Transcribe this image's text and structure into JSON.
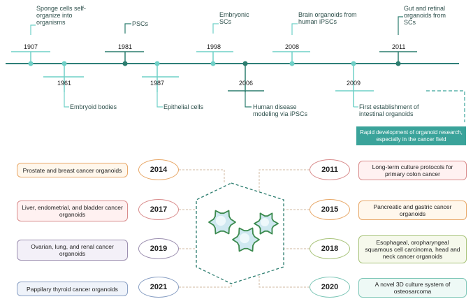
{
  "timeline": {
    "events": [
      {
        "year": "1907",
        "text": "Sponge cells self-organize into organisms"
      },
      {
        "year": "1961",
        "text": "Embryoid bodies"
      },
      {
        "year": "1981",
        "text": "PSCs"
      },
      {
        "year": "1987",
        "text": "Epithelial cells"
      },
      {
        "year": "1998",
        "text": "Embryonic SCs"
      },
      {
        "year": "2006",
        "text": "Human disease modeling via iPSCs"
      },
      {
        "year": "2008",
        "text": "Brain organoids from human iPSCs"
      },
      {
        "year": "2009",
        "text": "First establishment of intestinal organoids"
      },
      {
        "year": "2011",
        "text": "Gut and retinal organoids from SCs"
      }
    ],
    "banner": "Rapid development of organoid research, especially in the cancer field"
  },
  "cancer": {
    "left": [
      {
        "year": "2014",
        "text": "Prostate and breast cancer organoids"
      },
      {
        "year": "2017",
        "text": "Liver, endometrial, and bladder cancer organoids"
      },
      {
        "year": "2019",
        "text": "Ovarian, lung, and renal cancer organoids"
      },
      {
        "year": "2021",
        "text": "Pappilary thyroid cancer organoids"
      }
    ],
    "right": [
      {
        "year": "2011",
        "text": "Long-term culture protocols for primary colon cancer"
      },
      {
        "year": "2015",
        "text": "Pancreatic and gastric cancer organoids"
      },
      {
        "year": "2018",
        "text": "Esophageal, oropharyngeal squamous cell carcinoma, head and neck cancer organoids"
      },
      {
        "year": "2020",
        "text": "A novel 3D culture system of osteosarcoma"
      }
    ]
  },
  "colors": {
    "axis": "#2f7f78",
    "light_teal": "#6fd0c7",
    "dark_teal": "#2c7d6f",
    "banner": "#3aa39a",
    "orange": "#e8a869",
    "red": "#d98c8c",
    "purple": "#9c8fb0",
    "blue": "#8aa0c4",
    "green": "#a8c37a",
    "teal": "#7fc7b8"
  }
}
